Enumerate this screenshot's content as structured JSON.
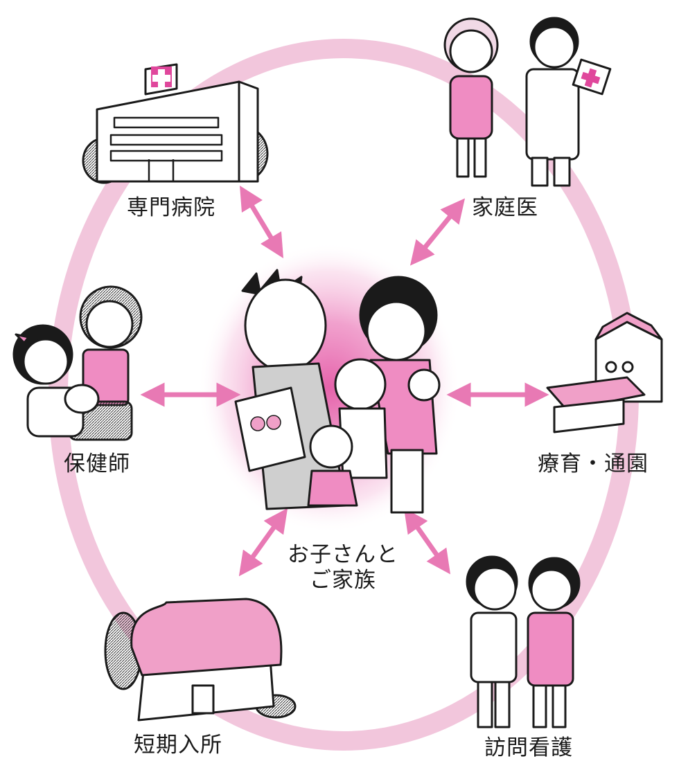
{
  "colors": {
    "ring": "#f2c6dc",
    "arrow": "#e879b4",
    "accent_pink": "#ef8cc2",
    "roof_pink": "#f0a0c8",
    "glow_center": "#e45aa6",
    "ink": "#1a1a1a"
  },
  "center": {
    "line1": "お子さんと",
    "line2": "ご家族"
  },
  "nodes": {
    "hospital": {
      "label": "専門病院",
      "icon": "hospital-building-icon"
    },
    "family_doctor": {
      "label": "家庭医",
      "icon": "doctor-and-nurse-icon"
    },
    "public_health_nurse": {
      "label": "保健師",
      "icon": "health-nurse-with-children-icon"
    },
    "therapy": {
      "label": "療育・通園",
      "icon": "therapy-center-building-icon"
    },
    "short_stay": {
      "label": "短期入所",
      "icon": "short-stay-house-icon"
    },
    "visiting_nursing": {
      "label": "訪問看護",
      "icon": "visiting-nurses-icon"
    }
  }
}
